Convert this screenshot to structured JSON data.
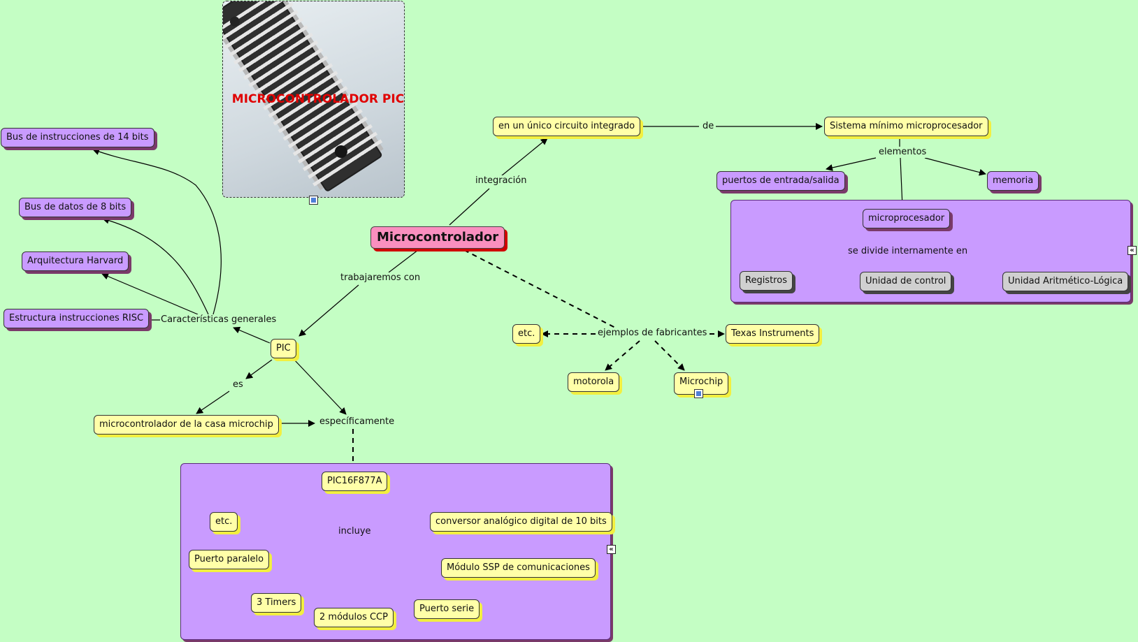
{
  "colors": {
    "background": "#c4fec4",
    "concept_yellow": "#ffffa8",
    "concept_purple": "#c99bff",
    "concept_gray": "#d0d0d0",
    "main_pink": "#fa8fbf",
    "photo_title_red": "#e00000"
  },
  "image": {
    "title": "MICROCONTROLADOR PIC",
    "icon": "image-icon"
  },
  "concepts": {
    "main": "Microcontrolador",
    "circuito": "en un único circuito integrado",
    "sistema": "Sistema mínimo microprocesador",
    "puertos": "puertos de entrada/salida",
    "memoria": "memoria",
    "microprocesador": "microprocesador",
    "registros": "Registros",
    "unidad_control": "Unidad de control",
    "alu": "Unidad Aritmético-Lógica",
    "bus14": "Bus de instrucciones de 14 bits",
    "bus8": "Bus de datos de 8 bits",
    "harvard": "Arquitectura Harvard",
    "risc": "Estructura instrucciones RISC",
    "pic": "PIC",
    "casa_microchip": "microcontrolador de la casa microchip",
    "etc1": "etc.",
    "texas": "Texas Instruments",
    "motorola": "motorola",
    "microchip": "Microchip",
    "pic16": "PIC16F877A",
    "etc2": "etc.",
    "conversor": "conversor analógico digital de 10 bits",
    "paralelo": "Puerto paralelo",
    "ssp": "Módulo SSP de comunicaciones",
    "timers": "3 Timers",
    "ccp": "2 módulos CCP",
    "serie": "Puerto serie"
  },
  "links": {
    "integracion": "integración",
    "de": "de",
    "elementos": "elementos",
    "se_divide": "se divide internamente en",
    "trabajaremos": "trabajaremos con",
    "caracteristicas": "Características generales",
    "es": "es",
    "especificamente": "específicamente",
    "ejemplos": "ejemplos de fabricantes",
    "incluye": "incluye"
  },
  "icons": [
    "image-icon",
    "document-icon",
    "collapse-icon"
  ]
}
